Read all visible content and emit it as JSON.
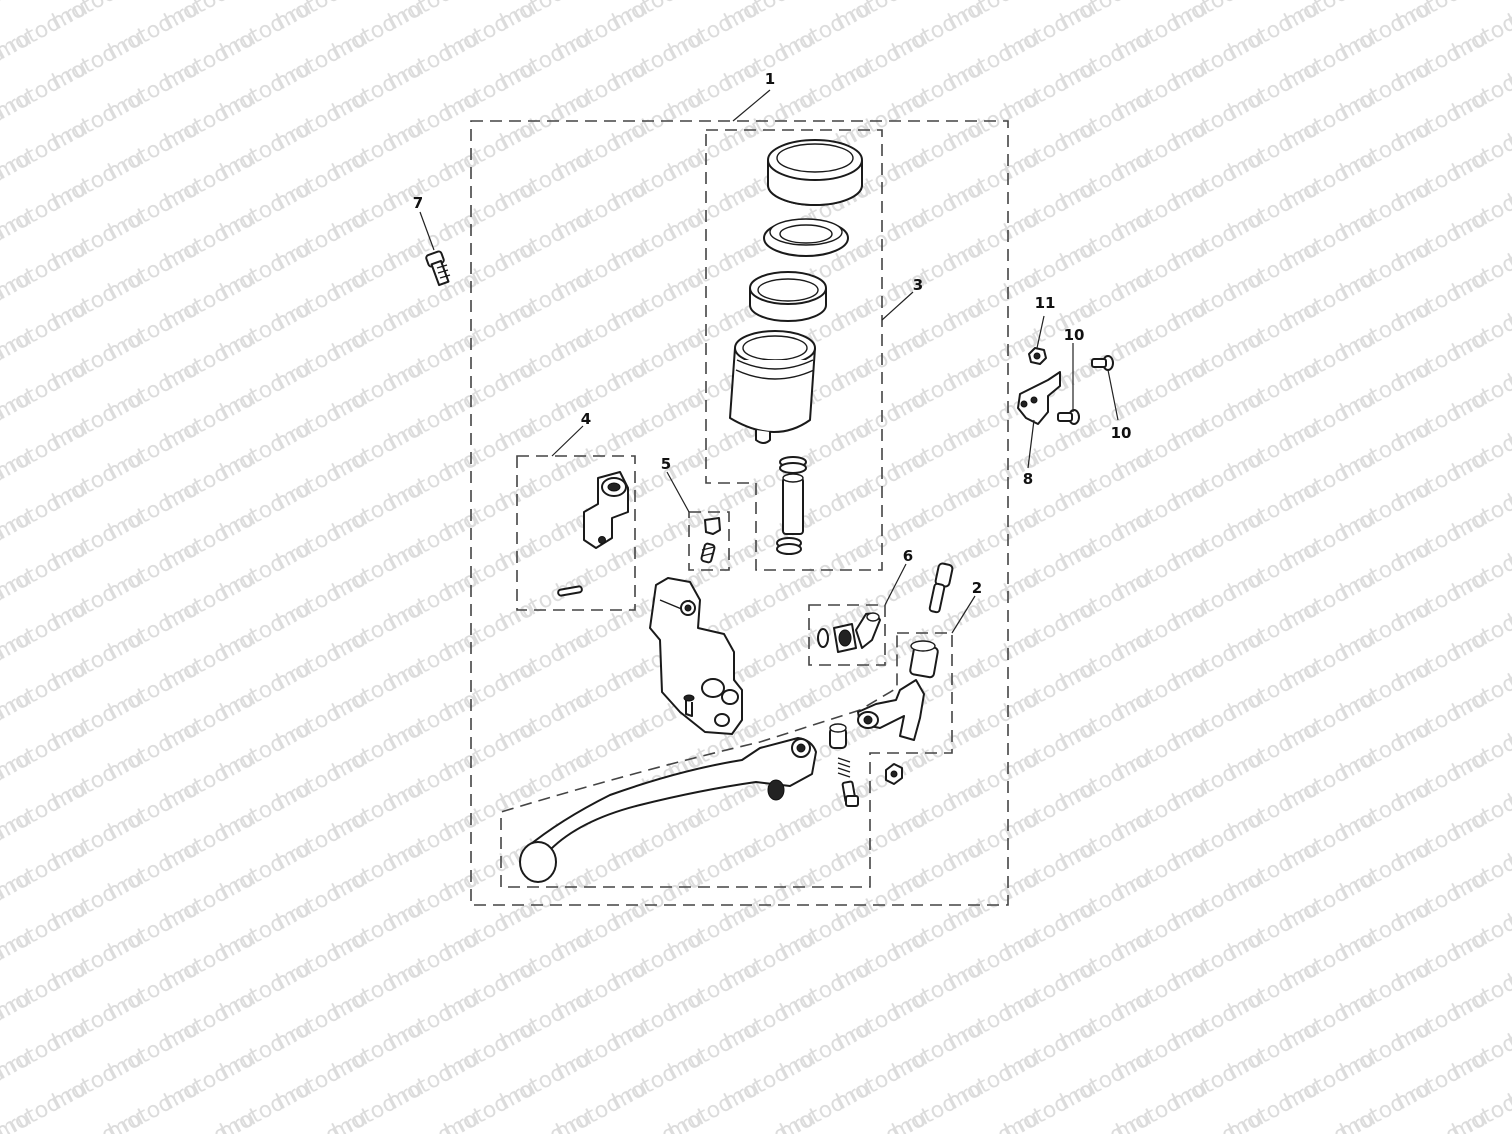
{
  "watermark": {
    "text": "motod.ru"
  },
  "callouts": [
    {
      "id": "c1",
      "label": "1"
    },
    {
      "id": "c2",
      "label": "2"
    },
    {
      "id": "c3",
      "label": "3"
    },
    {
      "id": "c4",
      "label": "4"
    },
    {
      "id": "c5",
      "label": "5"
    },
    {
      "id": "c6",
      "label": "6"
    },
    {
      "id": "c7",
      "label": "7"
    },
    {
      "id": "c8",
      "label": "8"
    },
    {
      "id": "c10a",
      "label": "10"
    },
    {
      "id": "c10b",
      "label": "10"
    },
    {
      "id": "c11",
      "label": "11"
    }
  ]
}
